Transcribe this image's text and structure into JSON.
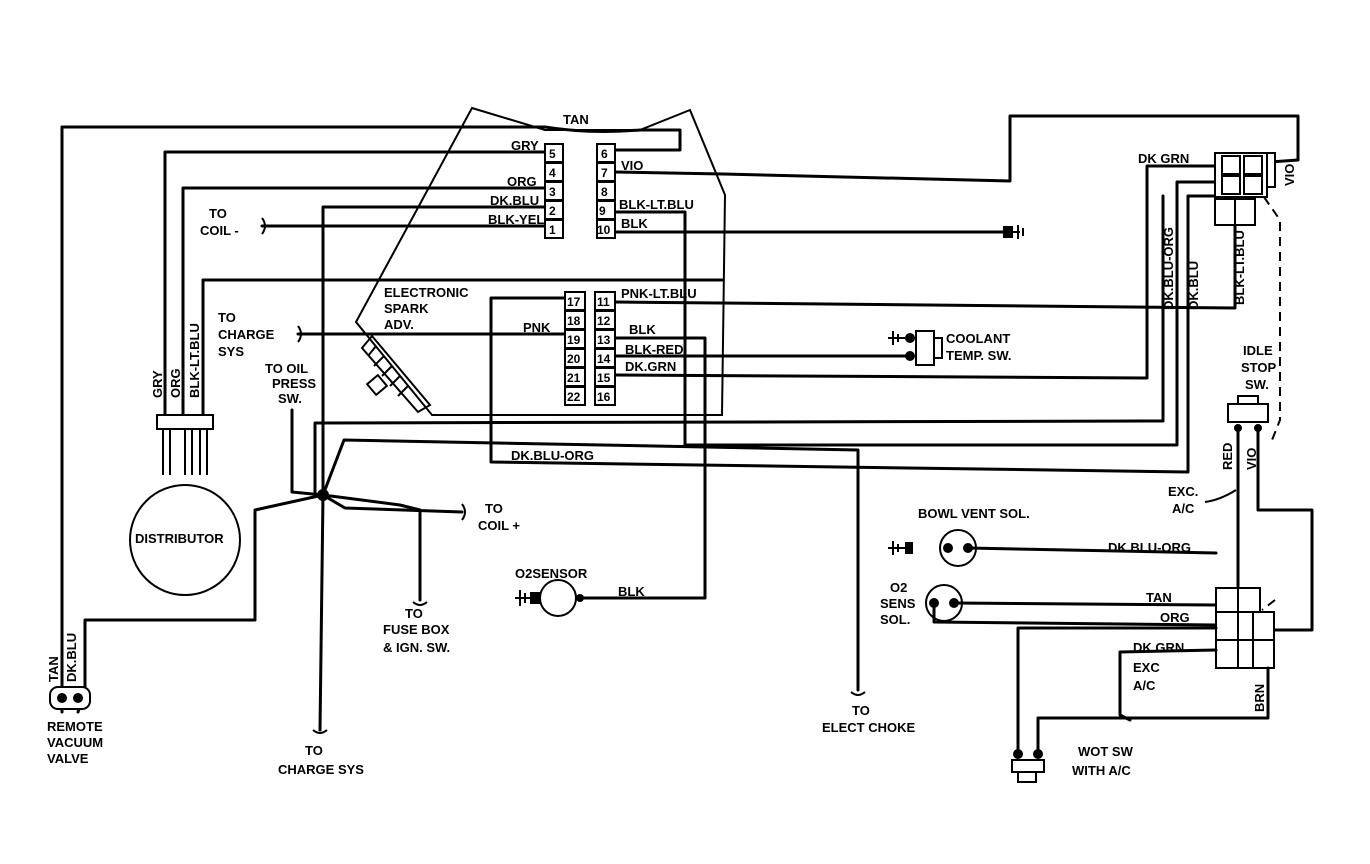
{
  "connector_upper": {
    "left_pins": [
      "5",
      "4",
      "3",
      "2",
      "1"
    ],
    "right_pins": [
      "6",
      "7",
      "8",
      "9",
      "10"
    ],
    "left_wires": [
      "GRY",
      "",
      "ORG",
      "DK.BLU",
      "BLK-YEL"
    ],
    "right_wires": [
      "",
      "VIO",
      "",
      "BLK-LT.BLU",
      "BLK"
    ]
  },
  "connector_lower": {
    "left_pins": [
      "17",
      "18",
      "19",
      "20",
      "21",
      "22"
    ],
    "right_pins": [
      "11",
      "12",
      "13",
      "14",
      "15",
      "16"
    ],
    "left_wires": [
      "",
      "",
      "PNK",
      "",
      "",
      ""
    ],
    "right_wires": [
      "PNK-LT.BLU",
      "BLK",
      "",
      "BLK-RED",
      "DK.GRN",
      ""
    ]
  },
  "labels": {
    "tan_top": "TAN",
    "to_coil_minus": [
      "TO",
      "COIL -"
    ],
    "electronic_spark_adv": [
      "ELECTRONIC",
      "SPARK",
      "ADV."
    ],
    "to_charge_sys_left": [
      "TO",
      "CHARGE",
      "SYS"
    ],
    "to_oil_press": [
      "TO OIL",
      "PRESS",
      "SW."
    ],
    "dist_wires": [
      "GRY",
      "ORG",
      "BLK-LT.BLU"
    ],
    "distributor": "DISTRIBUTOR",
    "remote_vacuum_wires": [
      "TAN",
      "DK.BLU"
    ],
    "remote_vacuum_valve": [
      "REMOTE",
      "VACUUM",
      "VALVE"
    ],
    "to_charge_sys_bottom": [
      "TO",
      "CHARGE SYS"
    ],
    "to_fuse_box": [
      "TO",
      "FUSE BOX",
      "& IGN. SW."
    ],
    "to_coil_plus": [
      "TO",
      "COIL +"
    ],
    "dk_blu_org_mid": "DK.BLU-ORG",
    "o2_sensor": "O2SENSOR",
    "o2_sensor_blk": "BLK",
    "to_elect_choke": [
      "TO",
      "ELECT CHOKE"
    ],
    "coolant_temp_sw": [
      "COOLANT",
      "TEMP. SW."
    ],
    "dk_grn_top": "DK GRN",
    "vio_right": "VIO",
    "right_vertical_wires": [
      "DK.BLU-ORG",
      "DK.BLU",
      "BLK-LT.BLU"
    ],
    "idle_stop_sw": [
      "IDLE",
      "STOP",
      "SW."
    ],
    "idle_wires": [
      "RED",
      "VIO"
    ],
    "exc_ac_upper": [
      "EXC.",
      "A/C"
    ],
    "bowl_vent_sol": "BOWL VENT SOL.",
    "dk_blu_org_right": "DK.BLU-ORG",
    "o2_sens_sol": [
      "O2",
      "SENS",
      "SOL."
    ],
    "tan_right": "TAN",
    "org_right": "ORG",
    "dk_grn_right": "DK.GRN",
    "exc_ac_lower": [
      "EXC",
      "A/C"
    ],
    "brn": "BRN",
    "wot_sw": [
      "WOT SW",
      "WITH A/C"
    ]
  }
}
